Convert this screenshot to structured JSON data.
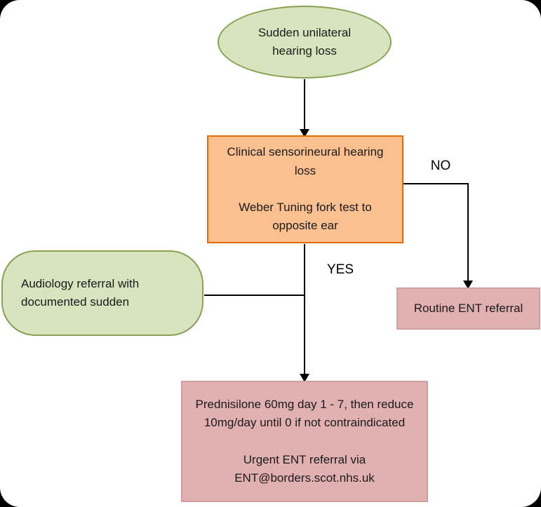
{
  "nodes": {
    "start": {
      "label": "Sudden unilateral hearing loss"
    },
    "decision": {
      "line1": "Clinical sensorineural hearing loss",
      "line2": "Weber Tuning fork test to opposite ear"
    },
    "audiology": {
      "label": "Audiology referral with documented sudden"
    },
    "routine": {
      "label": "Routine ENT referral"
    },
    "treatment": {
      "line1": "Prednisilone 60mg day 1 - 7, then reduce 10mg/day until 0 if not contraindicated",
      "line2": "Urgent ENT referral via ENT@borders.scot.nhs.uk"
    }
  },
  "edges": {
    "no_label": "NO",
    "yes_label": "YES"
  },
  "colors": {
    "canvas": "#ffffff",
    "start_fill": "#d7e4bd",
    "start_border": "#89a153",
    "decision_fill": "#fac090",
    "decision_border": "#e36c0a",
    "referral_fill": "#e0b1b0",
    "referral_border": "#d09f9e",
    "connector": "#000000"
  }
}
